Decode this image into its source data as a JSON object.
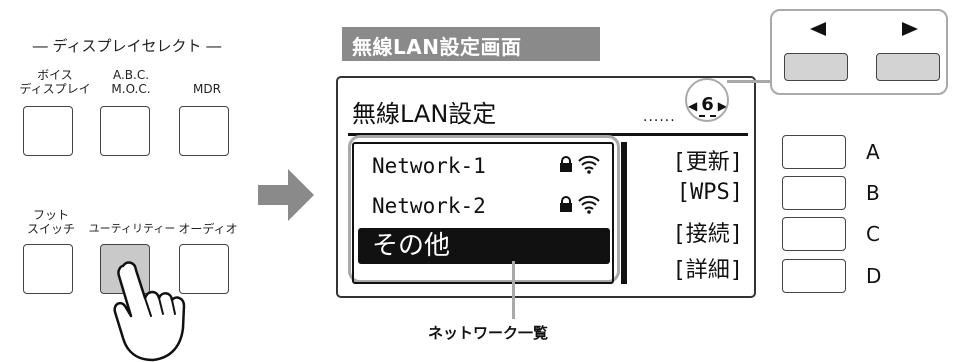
{
  "display_select": {
    "title": "― ディスプレイセレクト ―",
    "row1": [
      {
        "label_line1": "ボイス",
        "label_line2": "ディスプレイ"
      },
      {
        "label_line1": "A.B.C.",
        "label_line2": "M.O.C."
      },
      {
        "label_line1": "",
        "label_line2": "MDR"
      }
    ],
    "row2": [
      {
        "label_line1": "フット",
        "label_line2": "スイッチ"
      },
      {
        "label_line1": "",
        "label_line2": "ユーティリティー"
      },
      {
        "label_line1": "",
        "label_line2": "オーディオ"
      }
    ],
    "pressed_button": "ユーティリティー"
  },
  "screen": {
    "title": "無線LAN設定画面",
    "header": "無線LAN設定",
    "dots": "......",
    "page": "6",
    "networks": [
      {
        "name": "Network-1",
        "locked": true,
        "wifi": true
      },
      {
        "name": "Network-2",
        "locked": true,
        "wifi": true
      },
      {
        "name": "その他",
        "selected": true
      }
    ],
    "soft_labels": [
      "[更新]",
      "[WPS]",
      "[接続]",
      "[詳細]"
    ]
  },
  "side_buttons": [
    "A",
    "B",
    "C",
    "D"
  ],
  "page_arrows": {
    "left": "◄",
    "right": "►"
  },
  "callout": "ネットワーク一覧",
  "colors": {
    "pressed": "#c9c9c9",
    "title_bg": "#8a8a8a",
    "callout_line": "#a9a9a9"
  }
}
